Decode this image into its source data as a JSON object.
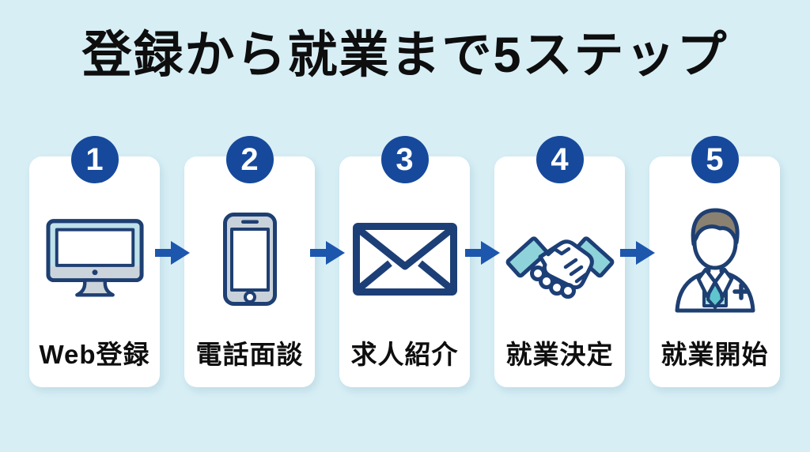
{
  "title": "登録から就業まで5ステップ",
  "steps": [
    {
      "number": "1",
      "label": "Web登録",
      "icon": "desktop-computer-icon"
    },
    {
      "number": "2",
      "label": "電話面談",
      "icon": "smartphone-icon"
    },
    {
      "number": "3",
      "label": "求人紹介",
      "icon": "envelope-icon"
    },
    {
      "number": "4",
      "label": "就業決定",
      "icon": "handshake-icon"
    },
    {
      "number": "5",
      "label": "就業開始",
      "icon": "worker-icon"
    }
  ],
  "arrows": {
    "count": 4,
    "direction": "right"
  },
  "colors": {
    "background": "#d7eef5",
    "card": "#ffffff",
    "badge_blue": "#16499b",
    "arrow_blue": "#1d56ad",
    "icon_outline_navy": "#1e3f72",
    "icon_light_blue": "#bfe1ea",
    "icon_gray": "#ccd4db",
    "icon_teal": "#8fd3da",
    "hair_brown": "#8b8171",
    "text_black": "#0e0e0e"
  }
}
